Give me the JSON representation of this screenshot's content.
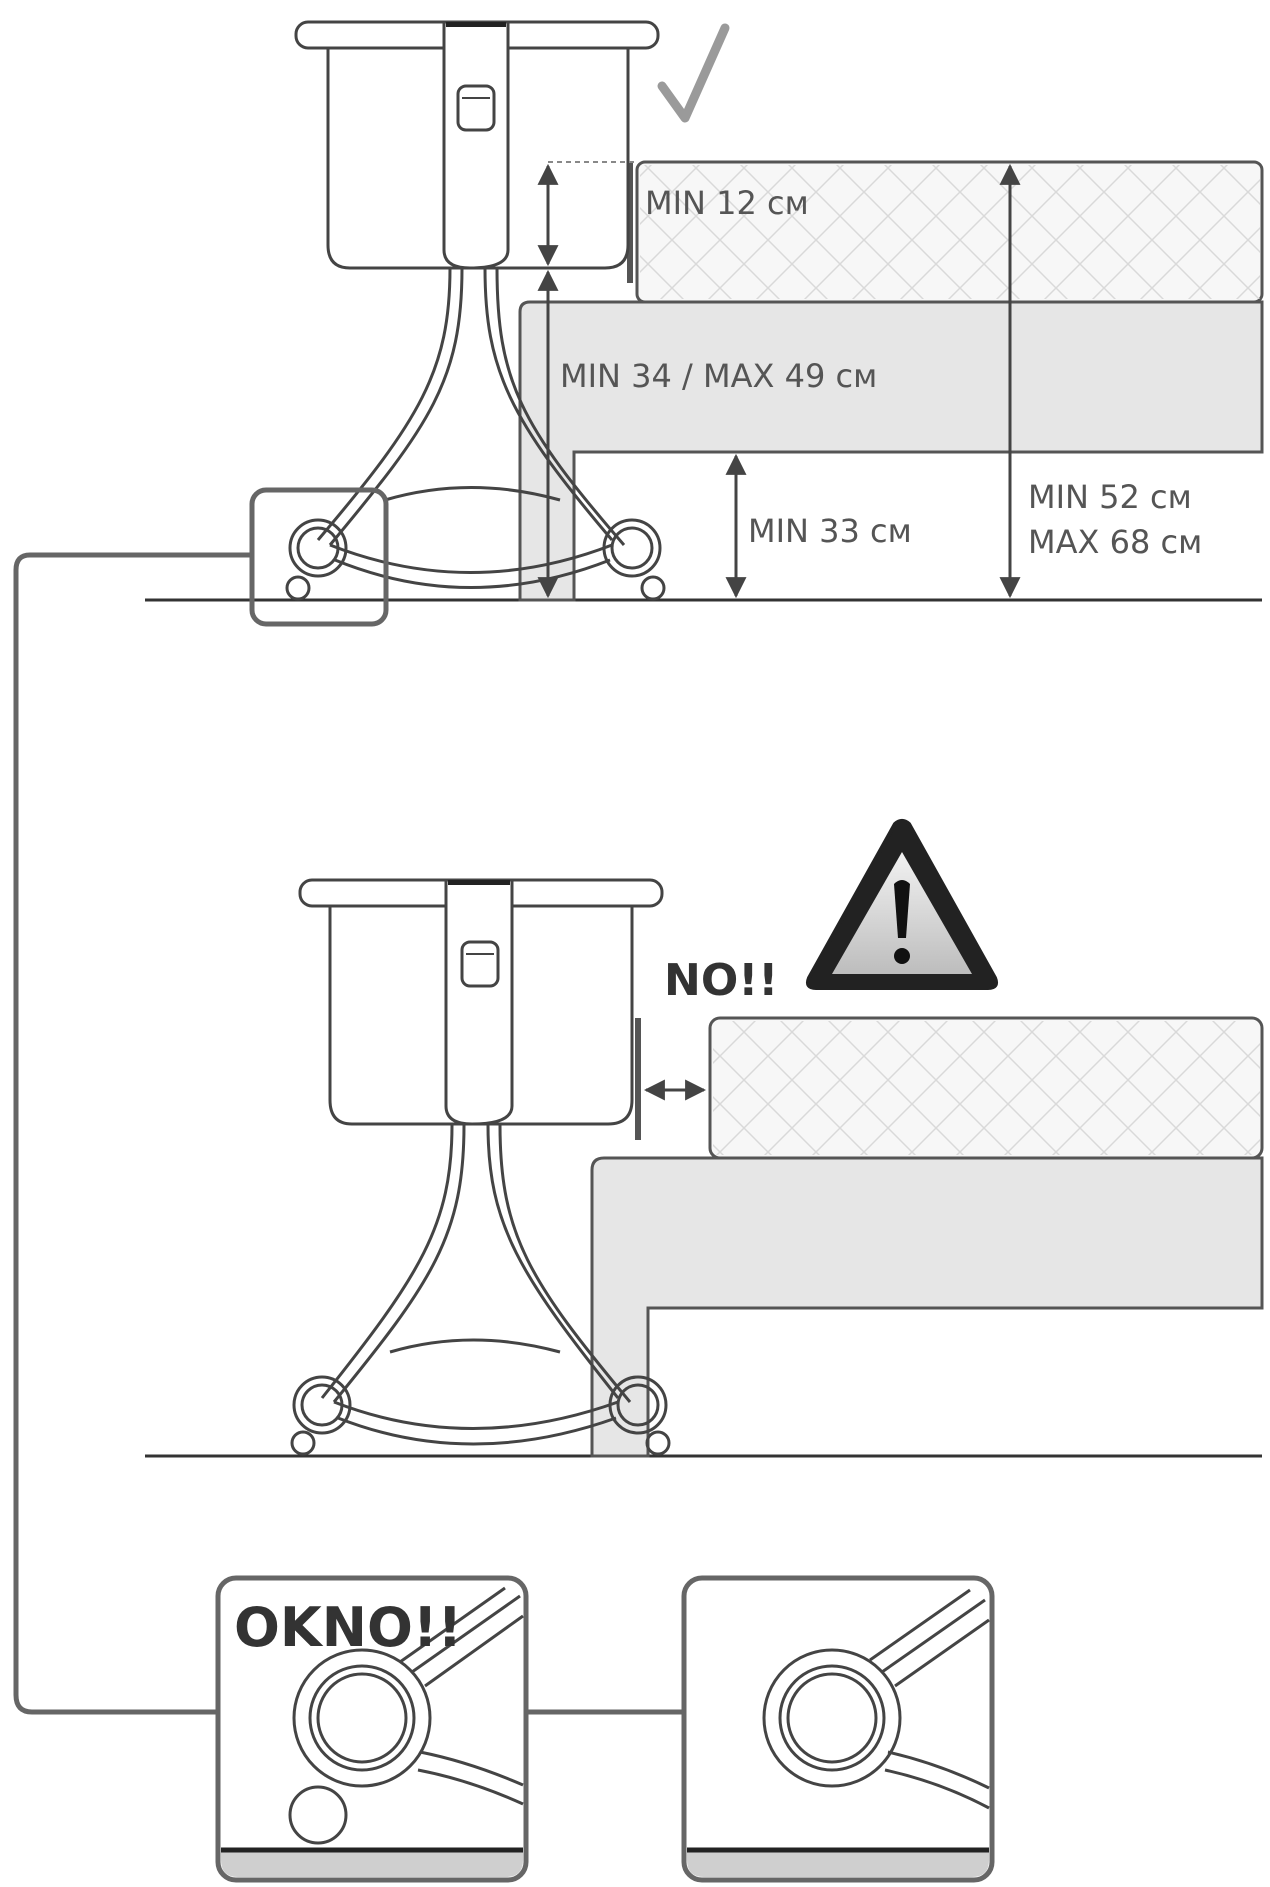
{
  "labels": {
    "min_12": "MIN 12 см",
    "min_34_max_49": "MIN 34 / MAX 49 см",
    "min_33": "MIN 33 см",
    "min_52": "MIN 52 см",
    "max_68": "MAX 68 см",
    "no": "NO!!",
    "okno": "OKNO!!"
  },
  "icons": {
    "check": "check-mark-icon",
    "warning": "warning-triangle-icon"
  },
  "colors": {
    "line": "#444444",
    "bed_fill": "#e6e6e6",
    "mattress_fill": "#f7f7f7",
    "check": "#9a9a9a",
    "warning_dark": "#222222",
    "warning_light": "#d8d8d8"
  }
}
